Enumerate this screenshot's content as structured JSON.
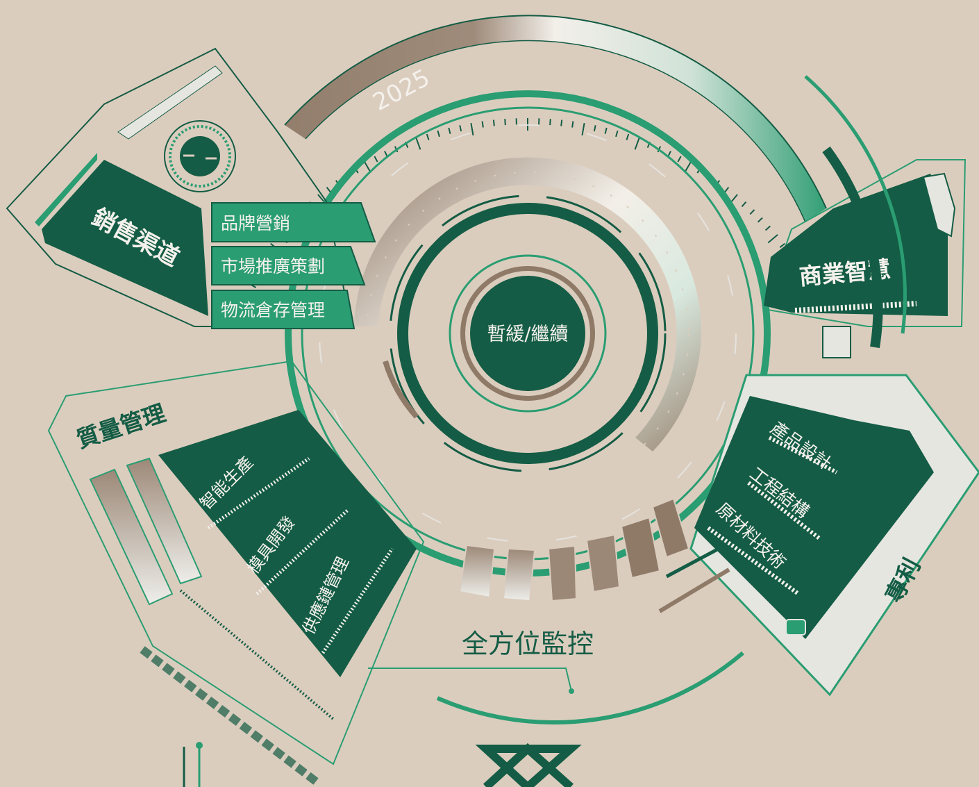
{
  "center": {
    "label": "暫緩/繼續"
  },
  "year": "2025",
  "sales": {
    "title": "銷售渠道",
    "items": [
      "品牌營銷",
      "市場推廣策劃",
      "物流倉存管理"
    ]
  },
  "bi": {
    "title": "商業智慧"
  },
  "quality": {
    "title": "質量管理",
    "items": [
      "智能生產",
      "模具開發",
      "供應鏈管理"
    ]
  },
  "patent": {
    "title": "專利",
    "items": [
      "產品設計",
      "工程結構",
      "原材料技術"
    ]
  },
  "monitor": {
    "label": "全方位監控"
  },
  "colors": {
    "background": "#dbcdbe",
    "dark_green": "#145c45",
    "green": "#2a9d72",
    "taupe": "#8f7a68",
    "light": "#e6e6e1"
  }
}
